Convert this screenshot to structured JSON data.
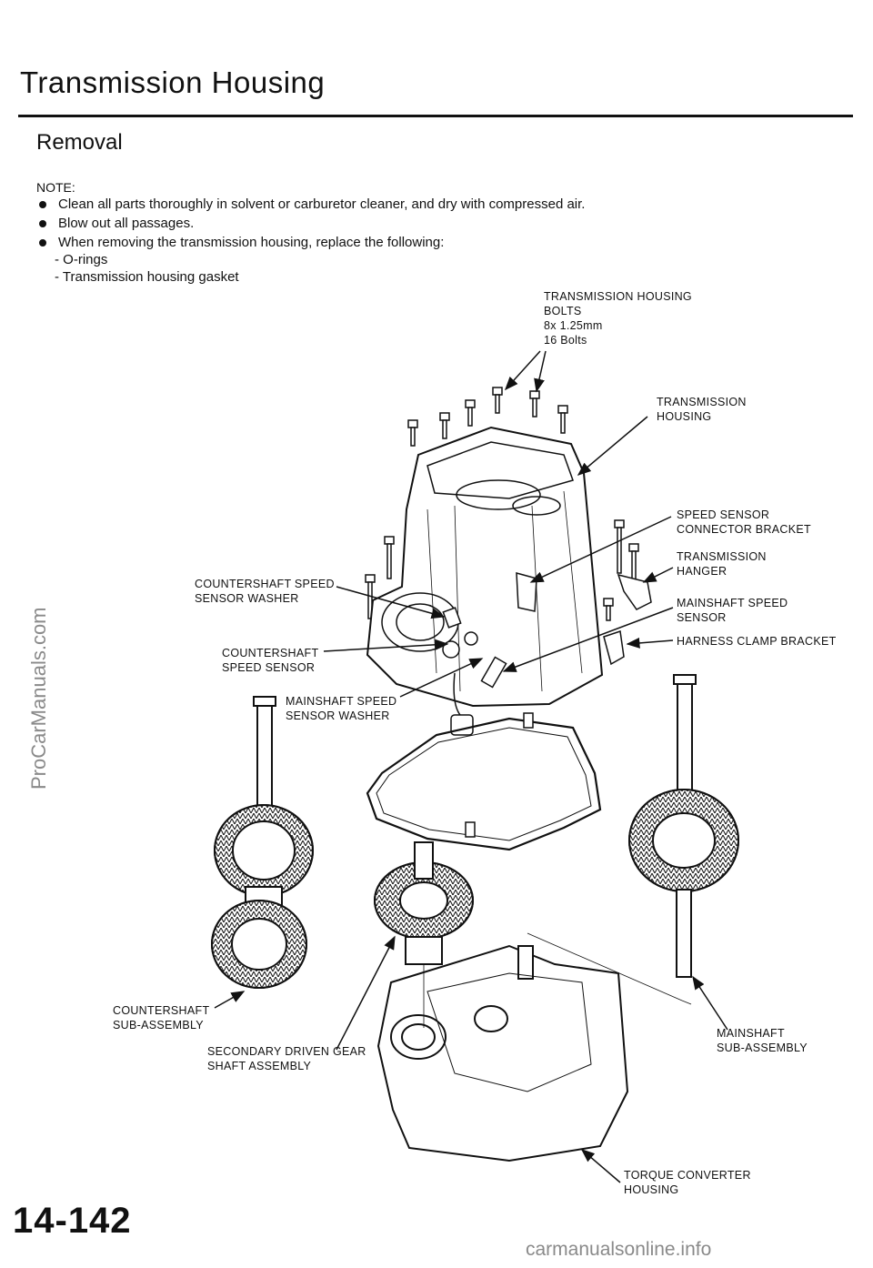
{
  "header": {
    "title": "Transmission Housing",
    "subtitle": "Removal"
  },
  "note": {
    "label": "NOTE:",
    "items": [
      "Clean all parts thoroughly in solvent or carburetor cleaner, and dry with compressed air.",
      "Blow out all passages.",
      "When removing the transmission housing, replace the following:"
    ],
    "sub_items": [
      "- O-rings",
      "- Transmission housing gasket"
    ]
  },
  "callouts": {
    "bolts_name": "TRANSMISSION HOUSING\nBOLTS",
    "bolts_spec": "8x 1.25mm",
    "bolts_count": "16 Bolts",
    "housing": "TRANSMISSION\nHOUSING",
    "speed_sensor_bracket": "SPEED SENSOR\nCONNECTOR BRACKET",
    "hanger": "TRANSMISSION\nHANGER",
    "countershaft_washer": "COUNTERSHAFT  SPEED\nSENSOR WASHER",
    "mainshaft_sensor": "MAINSHAFT  SPEED\nSENSOR",
    "harness_clamp": "HARNESS CLAMP BRACKET",
    "countershaft_sensor": "COUNTERSHAFT\nSPEED SENSOR",
    "mainshaft_washer": "MAINSHAFT  SPEED\nSENSOR WASHER",
    "countershaft_sub": "COUNTERSHAFT\nSUB-ASSEMBLY",
    "secondary_gear": "SECONDARY DRIVEN GEAR\nSHAFT  ASSEMBLY",
    "mainshaft_sub": "MAINSHAFT\nSUB-ASSEMBLY",
    "torque_converter": "TORQUE  CONVERTER\nHOUSING"
  },
  "footer": {
    "page_number": "14-142",
    "watermark_side": "ProCarManuals.com",
    "watermark_bottom": "carmanualsonline.info"
  }
}
